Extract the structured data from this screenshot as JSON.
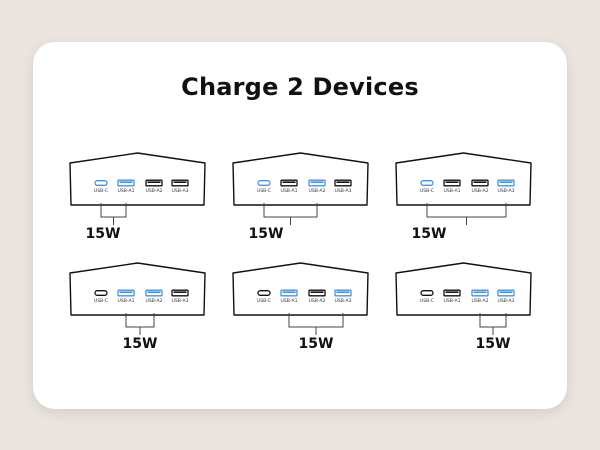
{
  "title": "Charge 2 Devices",
  "colors": {
    "background": "#ece5df",
    "card": "#ffffff",
    "outline": "#111111",
    "active_port": "#4a90e2",
    "inactive_port": "#111111"
  },
  "ports": [
    {
      "id": "usb-c",
      "label": "USB-C",
      "icon": "usb-c-port-icon"
    },
    {
      "id": "usb-a1",
      "label": "USB-A1",
      "icon": "usb-a-port-icon"
    },
    {
      "id": "usb-a2",
      "label": "USB-A2",
      "icon": "usb-a-port-icon"
    },
    {
      "id": "usb-a3",
      "label": "USB-A3",
      "icon": "usb-a-port-icon"
    }
  ],
  "configurations": [
    {
      "active": [
        "usb-c",
        "usb-a1"
      ],
      "power": "15W"
    },
    {
      "active": [
        "usb-c",
        "usb-a2"
      ],
      "power": "15W"
    },
    {
      "active": [
        "usb-c",
        "usb-a3"
      ],
      "power": "15W"
    },
    {
      "active": [
        "usb-a1",
        "usb-a2"
      ],
      "power": "15W"
    },
    {
      "active": [
        "usb-a1",
        "usb-a3"
      ],
      "power": "15W"
    },
    {
      "active": [
        "usb-a2",
        "usb-a3"
      ],
      "power": "15W"
    }
  ]
}
